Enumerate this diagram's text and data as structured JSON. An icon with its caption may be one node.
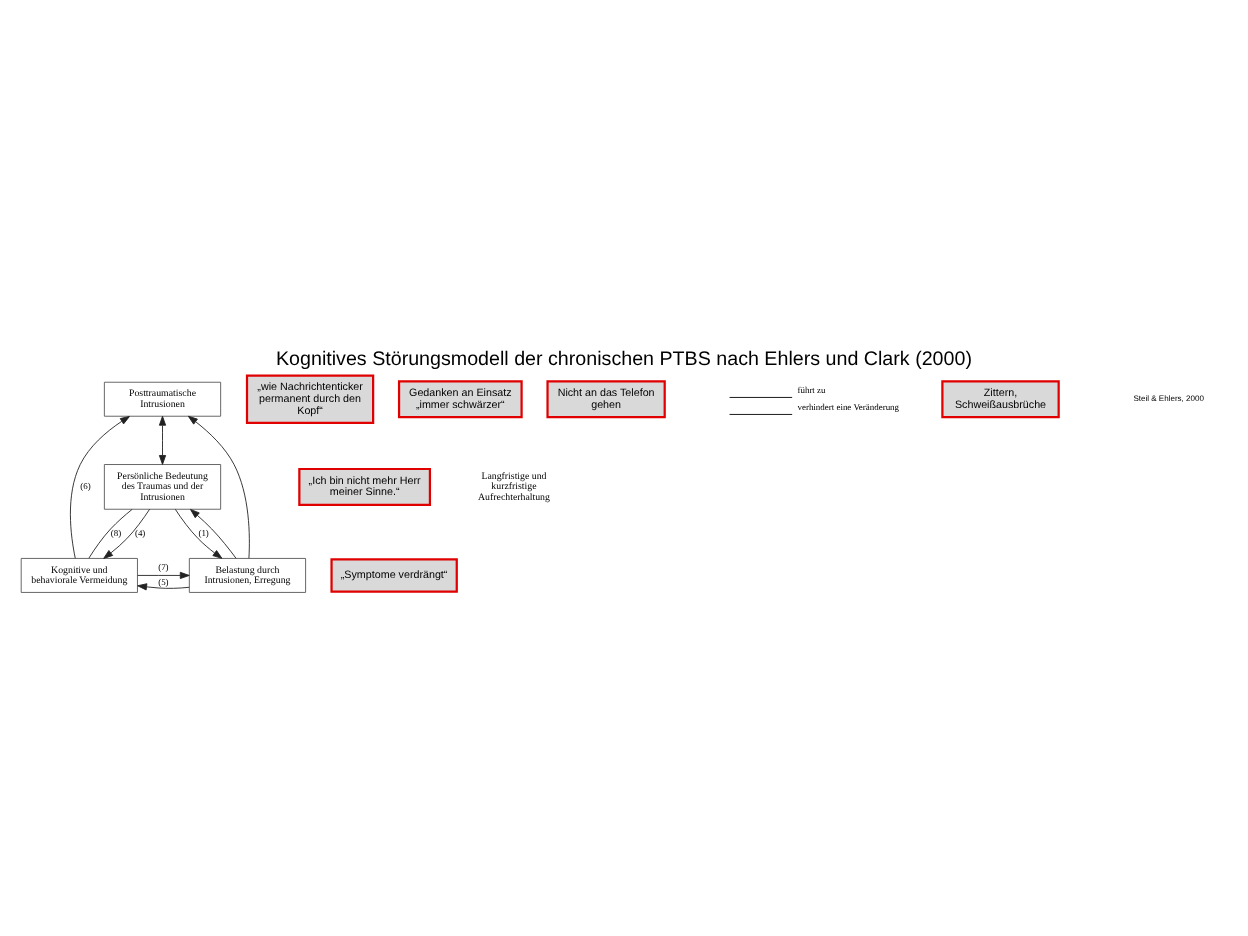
{
  "diagram": {
    "title": "Kognitives Störungsmodell der chronischen PTBS nach Ehlers und Clark (2000)",
    "nodes": [
      {
        "text": [
          "Posttraumatische Intrusionen"
        ]
      },
      {
        "text": [
          "Persönliche Bedeutung des Traumas und der Intrusionen"
        ]
      },
      {
        "text": [
          "Kognitive und behaviorale Vermeidung"
        ]
      },
      {
        "text": [
          "Belastung durch Intrusionen, Erregung"
        ]
      },
      {
        "text": [
          "„wie Nachrichtenticker permanent durch den Kopf“"
        ]
      },
      {
        "text": [
          "„Ich bin nicht mehr Herr meiner Sinne.“"
        ]
      },
      {
        "text": [
          "Gedanken an Einsatz „immer schwärzer“"
        ]
      },
      {
        "text": [
          "„Symptome verdrängt“"
        ]
      },
      {
        "text": [
          "Nicht an das Telefon gehen"
        ]
      },
      {
        "text": [
          "Zittern, Schweißausbrüche"
        ]
      }
    ],
    "edges": [
      {
        "from": 0,
        "to": 1,
        "arrow": "both"
      },
      {
        "from": 1,
        "to": 3,
        "arrow": "to",
        "label": "(1)"
      },
      {
        "from": 3,
        "to": 1,
        "arrow": "to"
      },
      {
        "from": 3,
        "to": 0,
        "arrow": "to"
      },
      {
        "from": 1,
        "to": 2,
        "arrow": "to",
        "label": "(4)"
      },
      {
        "from": 2,
        "to": 1,
        "arrow": "none",
        "label": "(8)"
      },
      {
        "from": 2,
        "to": 0,
        "arrow": "to",
        "label": "(6)"
      },
      {
        "from": 2,
        "to": 3,
        "arrow": "to",
        "label": "(7)"
      },
      {
        "from": 3,
        "to": 2,
        "arrow": "to",
        "label": "(5)"
      }
    ],
    "labels": [
      "Langfristige und kurzfristige Aufrechterhaltung",
      "Steil & Ehlers, 2000"
    ],
    "legend": [
      {
        "text": "führt zu"
      },
      {
        "text": "verhindert eine Veränderung"
      }
    ]
  }
}
